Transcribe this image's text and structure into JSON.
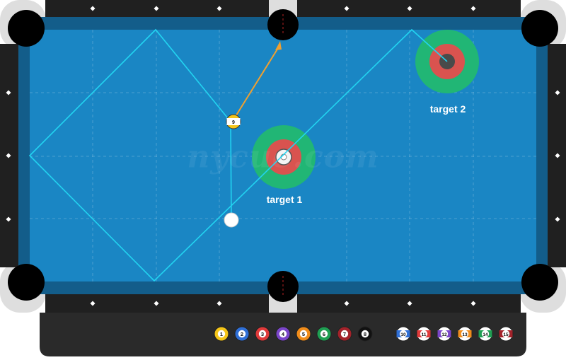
{
  "colors": {
    "felt": "#1a86c4",
    "cushion": "#135d8a",
    "rail": "#202020",
    "corner_rail": "#dedede",
    "diamond": "#ffffff",
    "path_line": "#22d3f0",
    "aim_arrow": "#f0a030",
    "target_outer": "#21b675",
    "target_inner": "#d9534f",
    "tray": "#2a2a2a"
  },
  "watermark": "nycue.com",
  "shot": {
    "cue_ball": "white",
    "object_ball_number": "9",
    "aim_direction": "top-middle-pocket"
  },
  "targets": [
    {
      "label": "target 1"
    },
    {
      "label": "target 2"
    }
  ],
  "ball_rack": {
    "solids": [
      {
        "number": "1",
        "color": "#f5c518"
      },
      {
        "number": "2",
        "color": "#2f6fd6"
      },
      {
        "number": "3",
        "color": "#e03a3a"
      },
      {
        "number": "4",
        "color": "#7a45c9"
      },
      {
        "number": "5",
        "color": "#f08c1a"
      },
      {
        "number": "6",
        "color": "#1f9e52"
      },
      {
        "number": "7",
        "color": "#a3222a"
      },
      {
        "number": "8",
        "color": "#111111"
      }
    ],
    "stripes": [
      {
        "number": "10",
        "color": "#2f6fd6"
      },
      {
        "number": "11",
        "color": "#e03a3a"
      },
      {
        "number": "12",
        "color": "#7a45c9"
      },
      {
        "number": "13",
        "color": "#f08c1a"
      },
      {
        "number": "14",
        "color": "#1f9e52"
      },
      {
        "number": "15",
        "color": "#a3222a"
      }
    ]
  }
}
